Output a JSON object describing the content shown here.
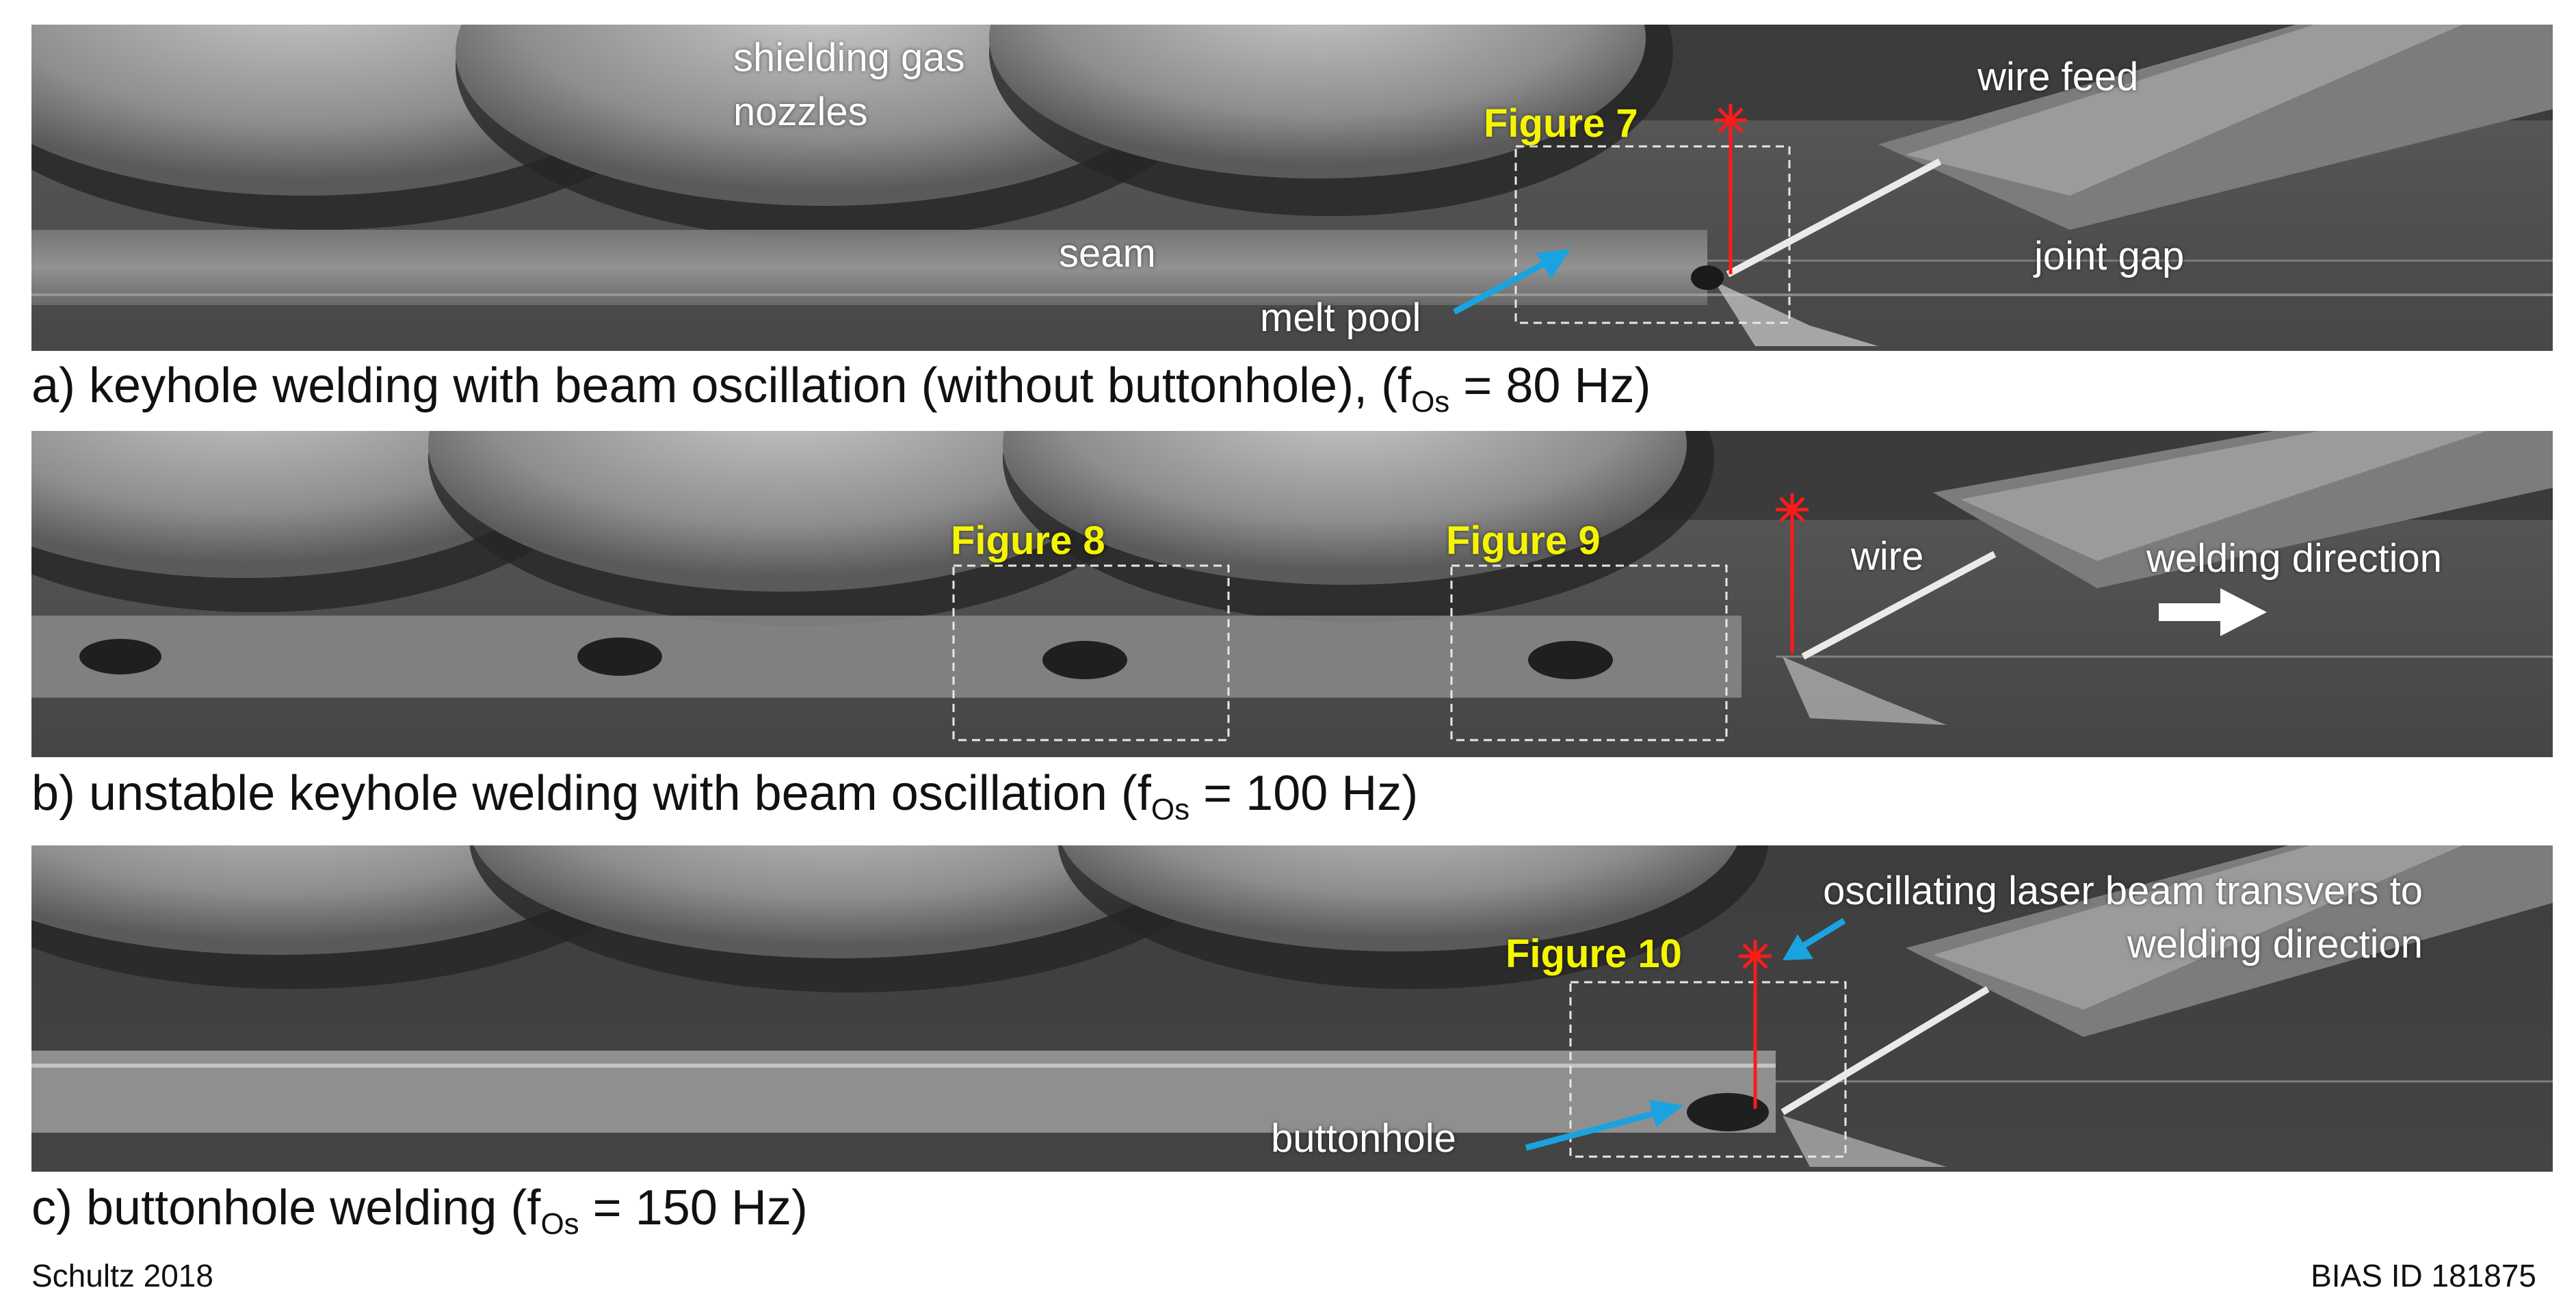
{
  "panel_a": {
    "labels": {
      "shielding_gas": "shielding gas",
      "nozzles": "nozzles",
      "wire_feed": "wire feed",
      "seam": "seam",
      "joint_gap": "joint gap",
      "melt_pool": "melt pool",
      "figure_ref": "Figure 7"
    },
    "caption": {
      "before": "a) keyhole welding with beam oscillation (without buttonhole), (f",
      "sub": "Os",
      "after": " = 80 Hz)"
    }
  },
  "panel_b": {
    "labels": {
      "wire": "wire",
      "welding_direction": "welding direction",
      "figure_ref_1": "Figure 8",
      "figure_ref_2": "Figure 9"
    },
    "caption": {
      "before": "b) unstable keyhole welding with beam oscillation (f",
      "sub": "Os",
      "after": " = 100 Hz)"
    }
  },
  "panel_c": {
    "labels": {
      "oscillating_line1": "oscillating laser beam transvers to",
      "oscillating_line2": "welding direction",
      "buttonhole": "buttonhole",
      "figure_ref": "Figure 10"
    },
    "caption": {
      "before": "c) buttonhole welding (f",
      "sub": "Os",
      "after": " = 150 Hz)"
    }
  },
  "footer": {
    "left": "Schultz 2018",
    "right": "BIAS ID 181875"
  },
  "colors": {
    "figure_label": "#f5f500",
    "arrow": "#1aa3e0",
    "laser": "#ff1a1a",
    "dashed_box": "#e8e800"
  }
}
